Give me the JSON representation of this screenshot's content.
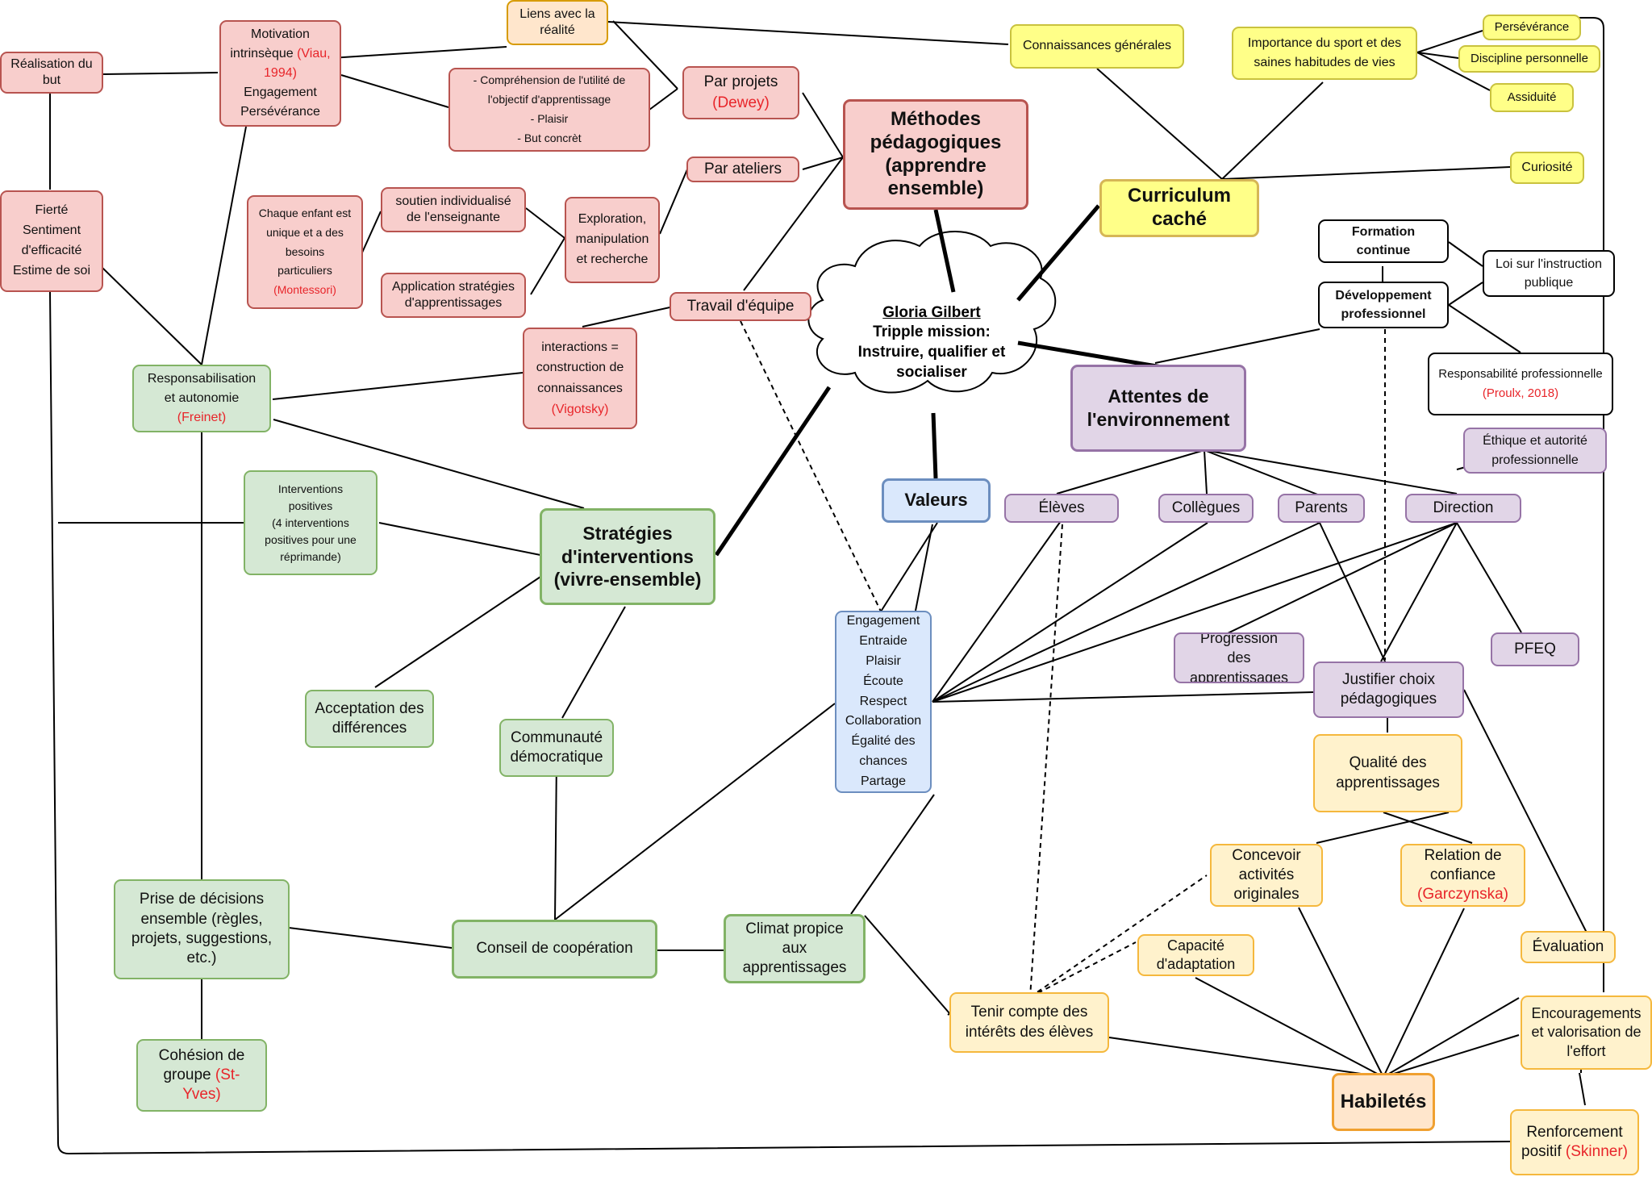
{
  "colors": {
    "pink_fill": "#f8cecc",
    "pink_border": "#b85450",
    "green_fill": "#d5e8d4",
    "green_border": "#82b366",
    "yellow_fill": "#ffff88",
    "yellow_border": "#c9c23e",
    "purple_fill": "#e1d5e7",
    "purple_border": "#9673a6",
    "blue_fill": "#dae8fc",
    "blue_border": "#6c8ebf",
    "orange_fill": "#fff2cc",
    "orange_border": "#f5b83d",
    "skill_fill": "#ffe6cc",
    "skill_border": "#f0a030",
    "white_fill": "#ffffff",
    "white_border": "#000000",
    "citation": "#e8252a"
  },
  "center": {
    "name": "Gloria Gilbert",
    "line2": "Tripple mission:",
    "line3": "Instruire, qualifier et",
    "line4": "socialiser"
  },
  "nodes": {
    "methodes": [
      "Méthodes",
      "pédagogiques",
      "(apprendre",
      "ensemble)"
    ],
    "curriculum": [
      "Curriculum",
      "caché"
    ],
    "attentes": [
      "Attentes de",
      "l'environnement"
    ],
    "valeurs": [
      "Valeurs"
    ],
    "strategies": [
      "Stratégies",
      "d'interventions",
      "(vivre-ensemble)"
    ],
    "habiletes": [
      "Habiletés"
    ],
    "liens": [
      "Liens avec la",
      "réalité"
    ],
    "motivation": [
      "Motivation",
      "intrinsèque {{(Viau,}}",
      "{{1994)}}",
      "Engagement",
      "Persévérance"
    ],
    "realisation": [
      "Réalisation du",
      "but"
    ],
    "fierte": [
      "Fierté",
      "Sentiment",
      "d'efficacité",
      "Estime de soi"
    ],
    "comprehension": [
      "- Compréhension de l'utilité de",
      "l'objectif d'apprentissage",
      "- Plaisir",
      "- But concrèt"
    ],
    "par_projets": [
      "Par projets",
      "{{(Dewey)}}"
    ],
    "par_ateliers": [
      "Par ateliers"
    ],
    "chaque_enfant": [
      "Chaque enfant est",
      "unique et a des",
      "besoins",
      "particuliers",
      "{{(Montessori)}}"
    ],
    "soutien": [
      "soutien individualisé",
      "de l'enseignante"
    ],
    "application": [
      "Application stratégies",
      "d'apprentissages"
    ],
    "exploration": [
      "Exploration,",
      "manipulation",
      "et recherche"
    ],
    "travail_equipe": [
      "Travail d'équipe"
    ],
    "interactions": [
      "interactions =",
      "construction de",
      "connaissances",
      "{{(Vigotsky)}}"
    ],
    "responsabilisation": [
      "Responsabilisation",
      "et autonomie",
      "{{(Freinet)}}"
    ],
    "interventions_pos": [
      "Interventions",
      "positives",
      "(4 interventions",
      "positives pour une",
      "réprimande)"
    ],
    "acceptation": [
      "Acceptation des",
      "différences"
    ],
    "communaute": [
      "Communauté",
      "démocratique"
    ],
    "prise_decisions": [
      "Prise de décisions",
      "ensemble (règles,",
      "projets, suggestions,",
      "etc.)"
    ],
    "conseil": [
      "Conseil de coopération"
    ],
    "climat": [
      "Climat propice",
      "aux",
      "apprentissages"
    ],
    "cohesion": [
      "Cohésion de",
      "groupe {{(St-}}",
      "{{Yves)}}"
    ],
    "valeurs_list": [
      "Engagement",
      "Entraide",
      "Plaisir",
      "Écoute",
      "Respect",
      "Collaboration",
      "Égalité des",
      "chances",
      "Partage"
    ],
    "connaissances": [
      "Connaissances générales"
    ],
    "importance_sport": [
      "Importance du sport et des",
      "saines habitudes de vies"
    ],
    "perseverance": [
      "Persévérance"
    ],
    "discipline": [
      "Discipline personnelle"
    ],
    "assiduite": [
      "Assiduité"
    ],
    "curiosite": [
      "Curiosité"
    ],
    "formation": [
      "Formation",
      "continue"
    ],
    "developpement": [
      "Développement",
      "professionnel"
    ],
    "loi": [
      "Loi sur l'instruction",
      "publique"
    ],
    "responsabilite": [
      "Responsabilité professionnelle",
      "{{(Proulx, 2018)}}"
    ],
    "ethique": [
      "Éthique et autorité",
      "professionnelle"
    ],
    "eleves": [
      "Élèves"
    ],
    "collegues": [
      "Collègues"
    ],
    "parents": [
      "Parents"
    ],
    "direction": [
      "Direction"
    ],
    "progression": [
      "Progression",
      "des",
      "apprentissages"
    ],
    "pfeq": [
      "PFEQ"
    ],
    "justifier": [
      "Justifier choix",
      "pédagogiques"
    ],
    "qualite": [
      "Qualité des",
      "apprentissages"
    ],
    "concevoir": [
      "Concevoir",
      "activités",
      "originales"
    ],
    "relation": [
      "Relation de",
      "confiance",
      "{{(Garczynska)}}"
    ],
    "capacite": [
      "Capacité",
      "d'adaptation"
    ],
    "evaluation": [
      "Évaluation"
    ],
    "tenir_compte": [
      "Tenir compte des",
      "intérêts des élèves"
    ],
    "encouragements": [
      "Encouragements",
      "et valorisation de",
      "l'effort"
    ],
    "renforcement": [
      "Renforcement",
      "positif {{(Skinner)}}"
    ]
  }
}
